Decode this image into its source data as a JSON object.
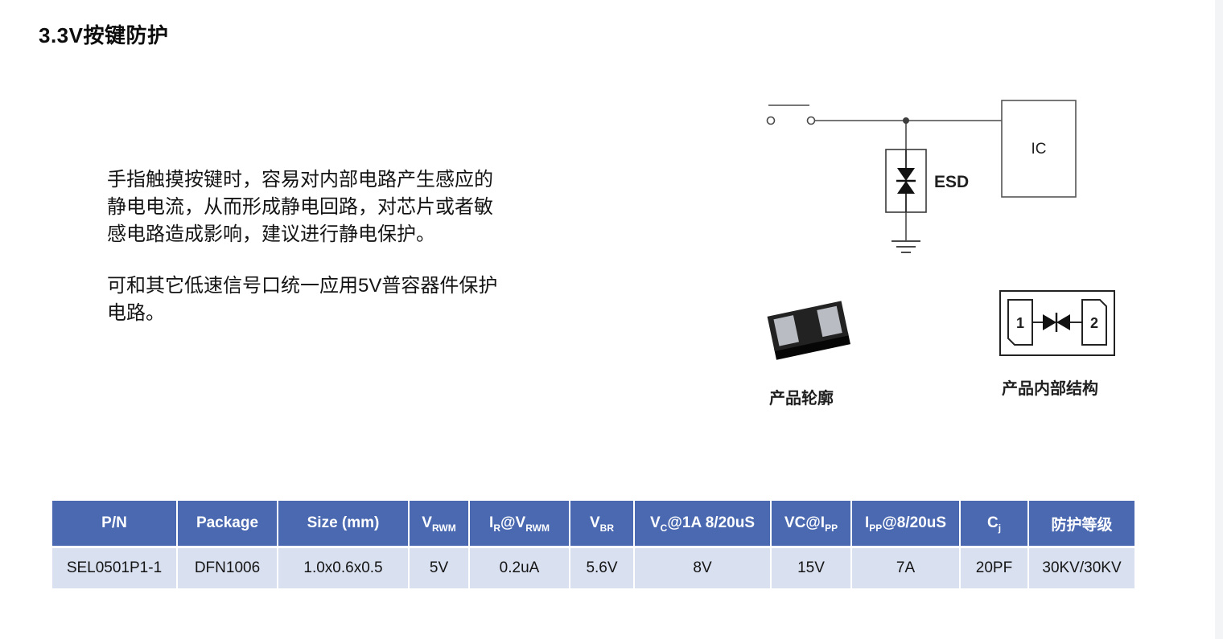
{
  "page": {
    "title": "3.3V按键防护"
  },
  "description": {
    "p1_lines": [
      "手指触摸按键时，容易对内部电路产生感应的",
      "静电电流，从而形成静电回路，对芯片或者敏",
      "感电路造成影响，建议进行静电保护。"
    ],
    "p2_lines": [
      "可和其它低速信号口统一应用5V普容器件保护",
      "电路。"
    ]
  },
  "diagram": {
    "ic_label": "IC",
    "esd_label": "ESD",
    "outline_caption": "产品轮廓",
    "internal_caption": "产品内部结构",
    "pin1_label": "1",
    "pin2_label": "2"
  },
  "colors": {
    "table_header_bg": "#4a69b1",
    "table_row_bg": "#d9e0f0"
  },
  "table": {
    "headers": [
      {
        "p1": "P/N"
      },
      {
        "p1": "Package"
      },
      {
        "p1": "Size (mm)"
      },
      {
        "p1": "V",
        "s1": "RWM"
      },
      {
        "p1": "I",
        "s1": "R",
        "p2": "@V",
        "s2": "RWM"
      },
      {
        "p1": "V",
        "s1": "BR"
      },
      {
        "p1": "V",
        "s1": "C",
        "p2": "@1A 8/20uS"
      },
      {
        "p1": "VC@I",
        "s1": "PP"
      },
      {
        "p1": "I",
        "s1": "PP",
        "p2": "@8/20uS"
      },
      {
        "p1": "C",
        "s1": "j"
      },
      {
        "p1": "防护等级"
      }
    ],
    "row": [
      "SEL0501P1-1",
      "DFN1006",
      "1.0x0.6x0.5",
      "5V",
      "0.2uA",
      "5.6V",
      "8V",
      "15V",
      "7A",
      "20PF",
      "30KV/30KV"
    ]
  }
}
